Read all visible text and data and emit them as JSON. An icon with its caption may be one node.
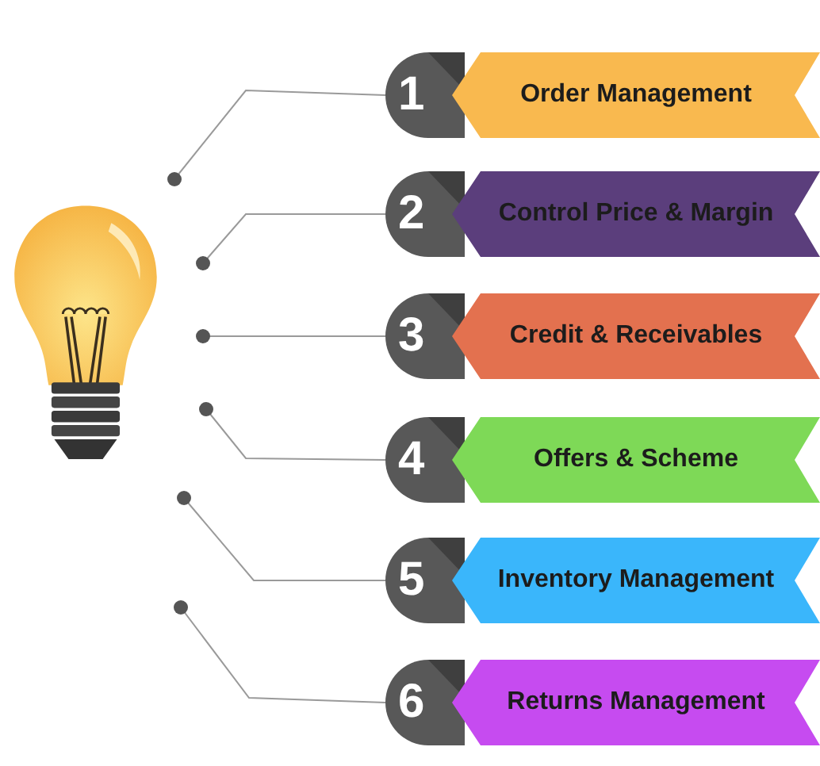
{
  "diagram": {
    "nodes": [
      {
        "text": [
          "1"
        ]
      },
      {
        "text": [
          "Order Management"
        ]
      },
      {
        "text": [
          "2"
        ]
      },
      {
        "text": [
          "Control Price & Margin"
        ]
      },
      {
        "text": [
          "3"
        ]
      },
      {
        "text": [
          "Credit & Receivables"
        ]
      },
      {
        "text": [
          "4"
        ]
      },
      {
        "text": [
          "Offers & Scheme"
        ]
      },
      {
        "text": [
          "5"
        ]
      },
      {
        "text": [
          "Inventory Management"
        ]
      },
      {
        "text": [
          "6"
        ]
      },
      {
        "text": [
          "Returns Management"
        ]
      }
    ],
    "edges": [
      {
        "from": null,
        "to": 0,
        "arrow": "other"
      },
      {
        "from": null,
        "to": 2,
        "arrow": "other"
      },
      {
        "from": null,
        "to": 4,
        "arrow": "other"
      },
      {
        "from": null,
        "to": 6,
        "arrow": "other"
      },
      {
        "from": null,
        "to": 8,
        "arrow": "other"
      },
      {
        "from": null,
        "to": 10,
        "arrow": "other"
      }
    ]
  }
}
